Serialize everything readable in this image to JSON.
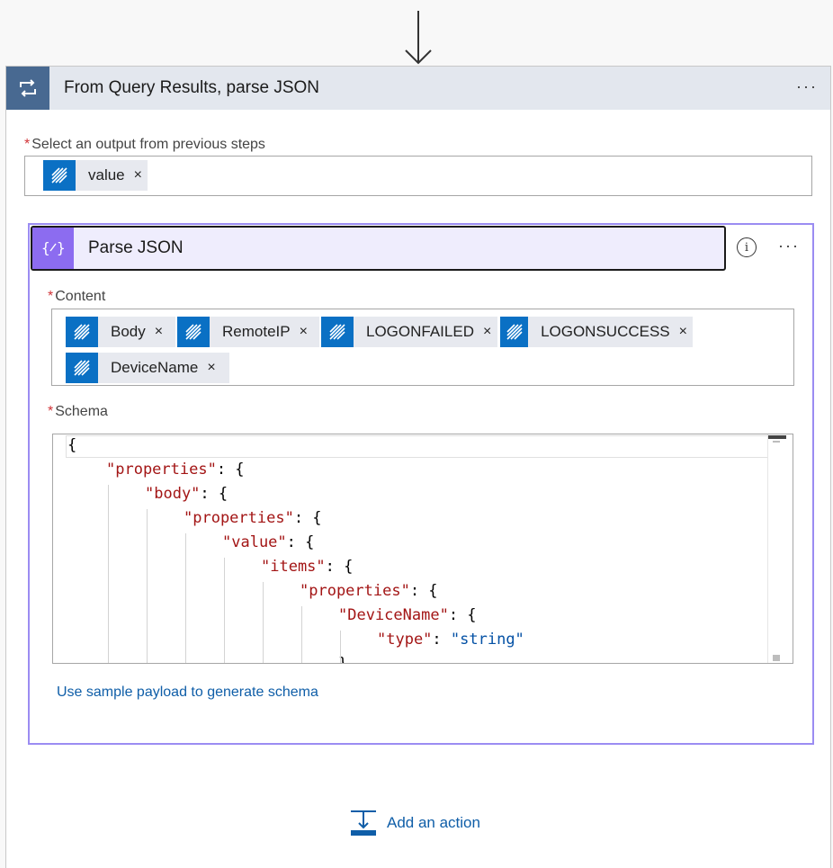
{
  "foreach": {
    "title": "From Query Results, parse JSON",
    "more_label": "···",
    "output_label": "Select an output from previous steps",
    "output_tokens": [
      {
        "label": "value",
        "close": "×"
      }
    ]
  },
  "parse": {
    "title": "Parse JSON",
    "info_glyph": "i",
    "more_label": "···",
    "content_label": "Content",
    "content_tokens": [
      {
        "label": "Body",
        "close": "×"
      },
      {
        "label": "RemoteIP",
        "close": "×"
      },
      {
        "label": "LOGONFAILED",
        "close": "×"
      },
      {
        "label": "LOGONSUCCESS",
        "close": "×"
      },
      {
        "label": "DeviceName",
        "close": "×"
      }
    ],
    "schema_label": "Schema",
    "schema_lines": [
      {
        "indent": 0,
        "key": "",
        "rest": "{"
      },
      {
        "indent": 1,
        "key": "\"properties\"",
        "rest": ": {"
      },
      {
        "indent": 2,
        "key": "\"body\"",
        "rest": ": {"
      },
      {
        "indent": 3,
        "key": "\"properties\"",
        "rest": ": {"
      },
      {
        "indent": 4,
        "key": "\"value\"",
        "rest": ": {"
      },
      {
        "indent": 5,
        "key": "\"items\"",
        "rest": ": {"
      },
      {
        "indent": 6,
        "key": "\"properties\"",
        "rest": ": {"
      },
      {
        "indent": 7,
        "key": "\"DeviceName\"",
        "rest": ": {"
      },
      {
        "indent": 8,
        "key": "\"type\"",
        "rest": ": ",
        "string": "\"string\""
      },
      {
        "indent": 7,
        "key": "",
        "rest": "},"
      }
    ],
    "sample_link": "Use sample payload to generate schema"
  },
  "add_action": {
    "label": "Add an action"
  },
  "icons": {
    "foreach": "loop-icon",
    "token": "azure-monitor-logs-icon",
    "parse": "json-braces-icon",
    "info": "info-icon",
    "add": "add-step-icon"
  },
  "colors": {
    "foreach_accent": "#486991",
    "token_accent": "#0a70c4",
    "parse_accent": "#8c6cf0",
    "parse_border": "#9b8cf2",
    "link": "#0f5ea8",
    "required": "#d13438"
  }
}
